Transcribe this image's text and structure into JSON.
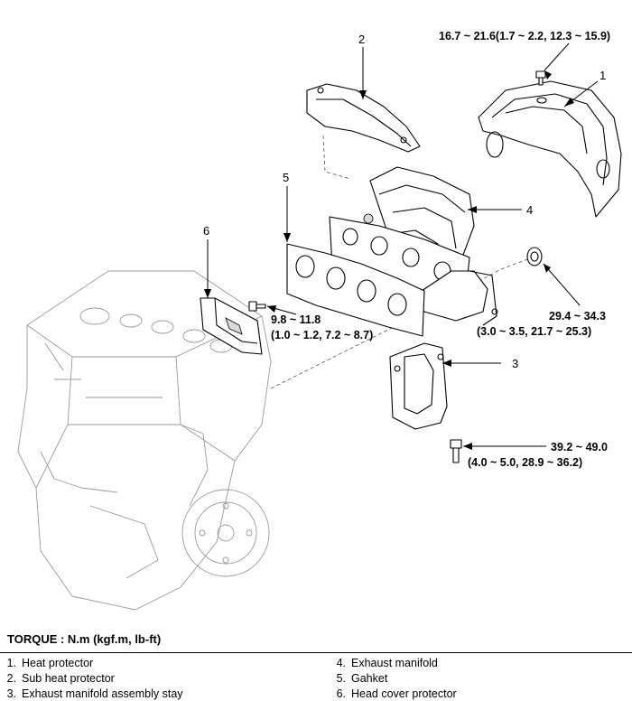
{
  "callouts": {
    "c1": "1",
    "c2": "2",
    "c3": "3",
    "c4": "4",
    "c5": "5",
    "c6": "6"
  },
  "torques": {
    "heat_protector_bolt": "16.7 ~ 21.6(1.7 ~ 2.2, 12.3 ~ 15.9)",
    "head_cover_bolt_nm": "9.8 ~ 11.8",
    "head_cover_bolt_alt": "(1.0 ~ 1.2, 7.2 ~ 8.7)",
    "manifold_nut_nm": "29.4 ~ 34.3",
    "manifold_nut_alt": "(3.0 ~ 3.5, 21.7 ~ 25.3)",
    "stay_bolt_nm": "39.2 ~ 49.0",
    "stay_bolt_alt": "(4.0 ~ 5.0, 28.9 ~ 36.2)"
  },
  "legend": {
    "title": "TORQUE : N.m (kgf.m, lb-ft)",
    "items": [
      {
        "num": "1.",
        "label": "Heat protector"
      },
      {
        "num": "4.",
        "label": "Exhaust manifold"
      },
      {
        "num": "2.",
        "label": "Sub heat protector"
      },
      {
        "num": "5.",
        "label": "Gahket"
      },
      {
        "num": "3.",
        "label": "Exhaust manifold assembly stay"
      },
      {
        "num": "6.",
        "label": "Head cover protector"
      }
    ]
  },
  "colors": {
    "line": "#000000",
    "engine_outline": "#9a9a9a",
    "background": "#ffffff"
  }
}
